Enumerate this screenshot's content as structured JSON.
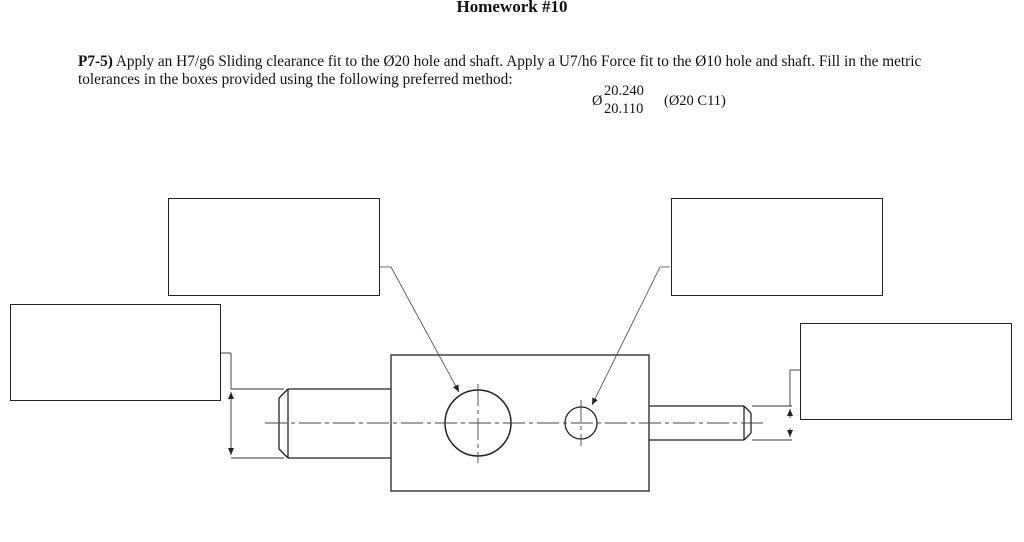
{
  "header": {
    "title": "Homework #10"
  },
  "problem": {
    "number": "P7-5)",
    "text": "Apply an H7/g6 Sliding clearance fit to the Ø20 hole and shaft.  Apply a U7/h6 Force fit to the Ø10 hole and shaft.  Fill in the metric tolerances in the boxes provided using the following preferred method:"
  },
  "example": {
    "diameter_symbol": "Ø",
    "upper": "20.240",
    "lower": "20.110",
    "note": "(Ø20 C11)"
  },
  "boxes": {
    "top_left": "",
    "top_right": "",
    "left": "",
    "right": ""
  }
}
